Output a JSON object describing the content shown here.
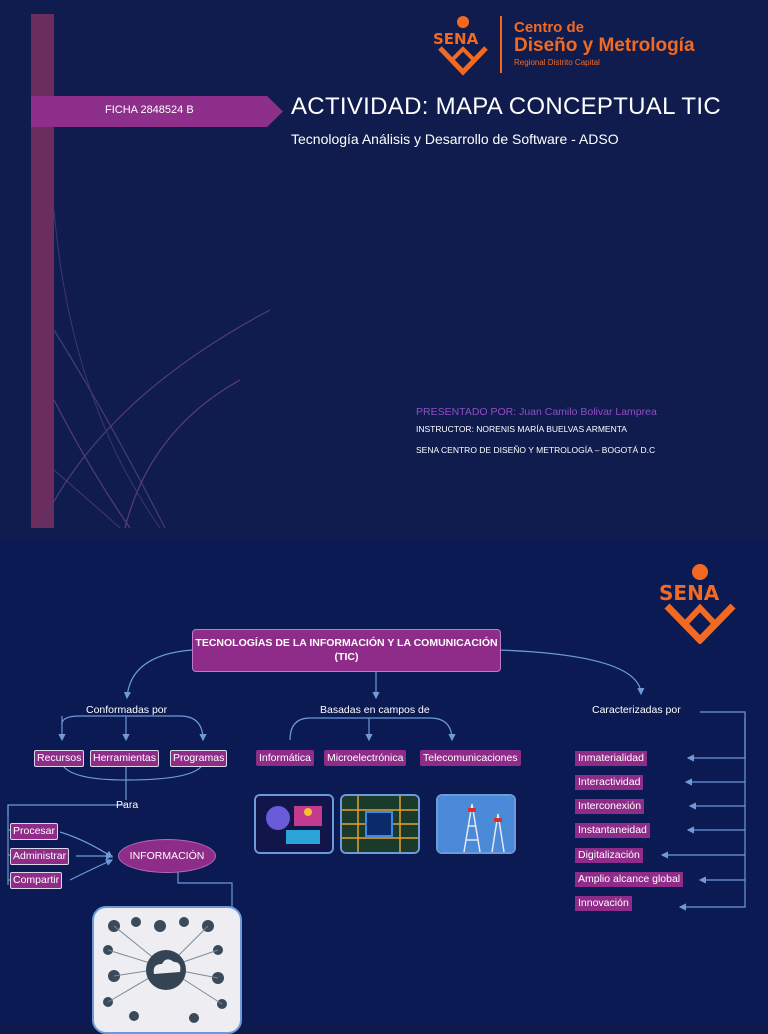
{
  "cover": {
    "ficha": "FICHA 2848524 B",
    "title": "ACTIVIDAD: MAPA CONCEPTUAL TIC",
    "subtitle": "Tecnología Análisis y Desarrollo de Software - ADSO",
    "logo": {
      "sena": "SENA",
      "center_line1": "Centro de",
      "center_line2": "Diseño y  Metrología",
      "center_line3": "Regional Distrito Capital"
    },
    "presented_by": "PRESENTADO POR: Juan Camilo Bolivar Lamprea",
    "instructor": "INSTRUCTOR: NORENIS MARÍA BUELVAS ARMENTA",
    "center": "SENA CENTRO DE DISEÑO Y METROLOGÍA – BOGOTÁ D.C"
  },
  "map": {
    "logo": "SENA",
    "root": "TECNOLOGÍAS DE LA INFORMACIÓN Y LA COMUNICACIÓN (TIC)",
    "conformadas": {
      "label": "Conformadas por",
      "items": [
        "Recursos",
        "Herramientas",
        "Programas"
      ],
      "para": "Para",
      "actions": [
        "Procesar",
        "Administrar",
        "Compartir"
      ],
      "info": "INFORMACIÓN"
    },
    "basadas": {
      "label": "Basadas en campos de",
      "items": [
        "Informática",
        "Microelectrónica",
        "Telecomunicaciones"
      ]
    },
    "caracterizadas": {
      "label": "Caracterizadas por",
      "items": [
        "Inmaterialidad",
        "Interactividad",
        "Interconexión",
        "Instantaneidad",
        "Digitalización",
        "Amplio  alcance global",
        "Innovación"
      ]
    }
  },
  "colors": {
    "background": "#0d1a4a",
    "magenta": "#8f2c8a",
    "orange": "#f26a21",
    "line": "#6e9ad8"
  }
}
